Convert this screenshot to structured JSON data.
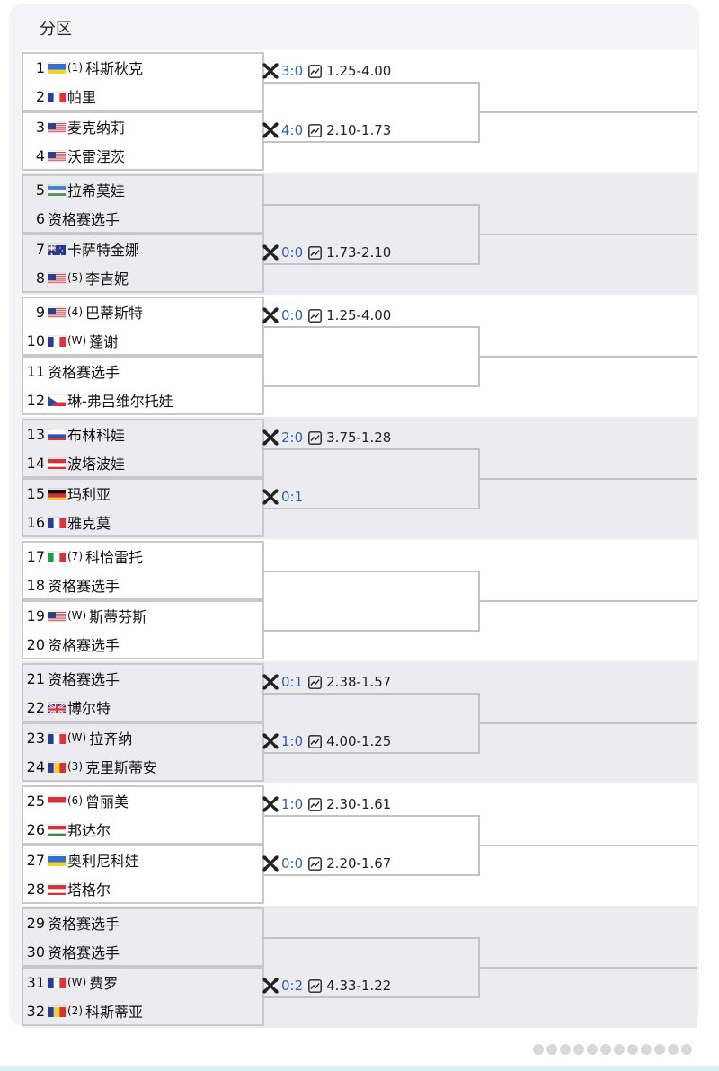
{
  "section": {
    "title": "分区"
  },
  "colors": {
    "score": "#2f5fb3",
    "border": "#c9c9cc",
    "band_light": "#ffffff",
    "band_dark": "#ececee"
  },
  "players": [
    {
      "num": "1",
      "flag": "ukraine",
      "seed": "(1)",
      "name": "科斯秋克"
    },
    {
      "num": "2",
      "flag": "france",
      "seed": "",
      "name": "帕里"
    },
    {
      "num": "3",
      "flag": "usa",
      "seed": "",
      "name": "麦克纳莉"
    },
    {
      "num": "4",
      "flag": "usa",
      "seed": "",
      "name": "沃雷涅茨"
    },
    {
      "num": "5",
      "flag": "uzbekistan",
      "seed": "",
      "name": "拉希莫娃"
    },
    {
      "num": "6",
      "flag": "",
      "seed": "",
      "name": "资格赛选手"
    },
    {
      "num": "7",
      "flag": "australia",
      "seed": "",
      "name": "卡萨特金娜"
    },
    {
      "num": "8",
      "flag": "usa",
      "seed": "(5)",
      "name": "李吉妮"
    },
    {
      "num": "9",
      "flag": "usa",
      "seed": "(4)",
      "name": "巴蒂斯特"
    },
    {
      "num": "10",
      "flag": "france",
      "seed": "(W)",
      "name": "蓬谢"
    },
    {
      "num": "11",
      "flag": "",
      "seed": "",
      "name": "资格赛选手"
    },
    {
      "num": "12",
      "flag": "czech",
      "seed": "",
      "name": "琳-弗吕维尔托娃"
    },
    {
      "num": "13",
      "flag": "russia",
      "seed": "",
      "name": "布林科娃"
    },
    {
      "num": "14",
      "flag": "austria",
      "seed": "",
      "name": "波塔波娃"
    },
    {
      "num": "15",
      "flag": "germany",
      "seed": "",
      "name": "玛利亚"
    },
    {
      "num": "16",
      "flag": "france",
      "seed": "",
      "name": "雅克莫"
    },
    {
      "num": "17",
      "flag": "italy",
      "seed": "(7)",
      "name": "科恰雷托"
    },
    {
      "num": "18",
      "flag": "",
      "seed": "",
      "name": "资格赛选手"
    },
    {
      "num": "19",
      "flag": "usa",
      "seed": "(W)",
      "name": "斯蒂芬斯"
    },
    {
      "num": "20",
      "flag": "",
      "seed": "",
      "name": "资格赛选手"
    },
    {
      "num": "21",
      "flag": "",
      "seed": "",
      "name": "资格赛选手"
    },
    {
      "num": "22",
      "flag": "uk",
      "seed": "",
      "name": "博尔特"
    },
    {
      "num": "23",
      "flag": "france",
      "seed": "(W)",
      "name": "拉齐纳"
    },
    {
      "num": "24",
      "flag": "romania",
      "seed": "(3)",
      "name": "克里斯蒂安"
    },
    {
      "num": "25",
      "flag": "indonesia",
      "seed": "(6)",
      "name": "曾丽美"
    },
    {
      "num": "26",
      "flag": "hungary",
      "seed": "",
      "name": "邦达尔"
    },
    {
      "num": "27",
      "flag": "ukraine",
      "seed": "",
      "name": "奥利尼科娃"
    },
    {
      "num": "28",
      "flag": "austria",
      "seed": "",
      "name": "塔格尔"
    },
    {
      "num": "29",
      "flag": "",
      "seed": "",
      "name": "资格赛选手"
    },
    {
      "num": "30",
      "flag": "",
      "seed": "",
      "name": "资格赛选手"
    },
    {
      "num": "31",
      "flag": "france",
      "seed": "(W)",
      "name": "费罗"
    },
    {
      "num": "32",
      "flag": "romania",
      "seed": "(2)",
      "name": "科斯蒂亚"
    }
  ],
  "matches": [
    {
      "pair": 0,
      "score": "3:0",
      "odds": "1.25-4.00"
    },
    {
      "pair": 1,
      "score": "4:0",
      "odds": "2.10-1.73"
    },
    {
      "pair": 3,
      "score": "0:0",
      "odds": "1.73-2.10"
    },
    {
      "pair": 4,
      "score": "0:0",
      "odds": "1.25-4.00"
    },
    {
      "pair": 6,
      "score": "2:0",
      "odds": "3.75-1.28"
    },
    {
      "pair": 7,
      "score": "0:1",
      "odds": ""
    },
    {
      "pair": 10,
      "score": "0:1",
      "odds": "2.38-1.57"
    },
    {
      "pair": 11,
      "score": "1:0",
      "odds": "4.00-1.25"
    },
    {
      "pair": 12,
      "score": "1:0",
      "odds": "2.30-1.61"
    },
    {
      "pair": 13,
      "score": "0:0",
      "odds": "2.20-1.67"
    },
    {
      "pair": 15,
      "score": "0:2",
      "odds": "4.33-1.22"
    }
  ]
}
